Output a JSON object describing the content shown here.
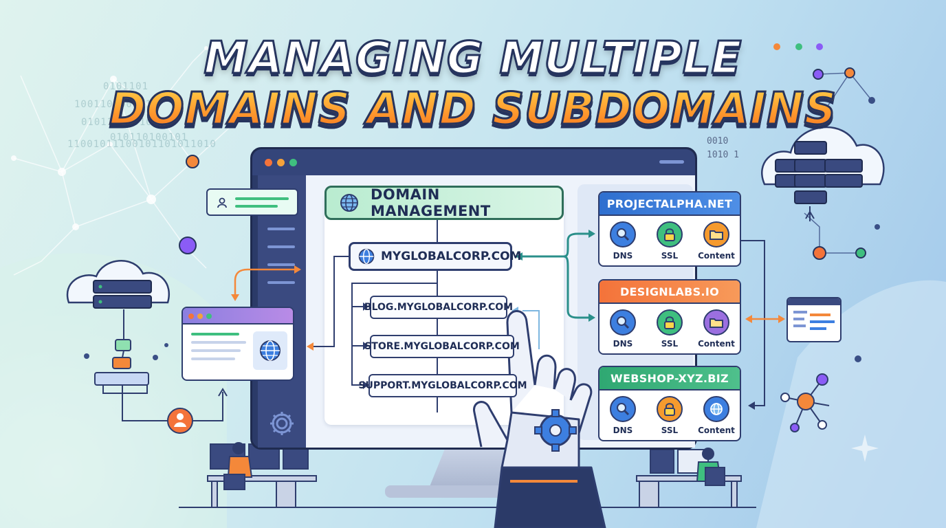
{
  "title": {
    "line1": "MANAGING MULTIPLE",
    "line2": "DOMAINS AND SUBDOMAINS"
  },
  "panel": {
    "header": "DOMAIN MANAGEMENT",
    "root_domain": "MYGLOBALCORP.COM",
    "subdomains": [
      "BLOG.MYGLOBALCORP.COM",
      "STORE.MYGLOBALCORP.COM",
      "SUPPORT.MYGLOBALCORP.COM"
    ]
  },
  "domains": [
    {
      "name": "PROJECTALPHA.NET",
      "header_color": "#2f6fcf",
      "services": [
        {
          "label": "DNS",
          "icon": "magnifier-icon",
          "color": "#3d7fe0"
        },
        {
          "label": "SSL",
          "icon": "padlock-icon",
          "color": "#3fbf7f"
        },
        {
          "label": "Content",
          "icon": "folder-icon",
          "color": "#f59a2e"
        }
      ]
    },
    {
      "name": "DESIGNLABS.IO",
      "header_color": "#f4733a",
      "services": [
        {
          "label": "DNS",
          "icon": "magnifier-icon",
          "color": "#3d7fe0"
        },
        {
          "label": "SSL",
          "icon": "padlock-icon",
          "color": "#3fbf7f"
        },
        {
          "label": "Content",
          "icon": "folder-icon",
          "color": "#9b6fe0"
        }
      ]
    },
    {
      "name": "WEBSHOP-XYZ.BIZ",
      "header_color": "#2fa872",
      "services": [
        {
          "label": "DNS",
          "icon": "magnifier-icon",
          "color": "#3d7fe0"
        },
        {
          "label": "SSL",
          "icon": "padlock-icon",
          "color": "#f59a2e"
        },
        {
          "label": "Content",
          "icon": "globe-icon",
          "color": "#3d7fe0"
        }
      ]
    }
  ],
  "binary_left": [
    "0101101",
    "100110100101",
    "0101101101001",
    "010110100101",
    "11001011100101101011010"
  ],
  "binary_right": [
    "0010",
    "1010 1"
  ],
  "colors": {
    "navy": "#26345e",
    "accent_orange": "#f4883a",
    "accent_green": "#3fbf7f",
    "accent_blue": "#3d7fe0",
    "accent_purple": "#8b5cf6"
  }
}
